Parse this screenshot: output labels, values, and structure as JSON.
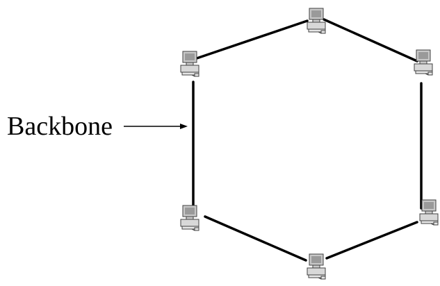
{
  "diagram": {
    "label": "Backbone",
    "nodes": [
      {
        "id": "node-top",
        "icon": "desktop-computer-icon"
      },
      {
        "id": "node-upper-right",
        "icon": "desktop-computer-icon"
      },
      {
        "id": "node-lower-right",
        "icon": "desktop-computer-icon"
      },
      {
        "id": "node-bottom",
        "icon": "desktop-computer-icon"
      },
      {
        "id": "node-lower-left",
        "icon": "desktop-computer-icon"
      },
      {
        "id": "node-upper-left",
        "icon": "desktop-computer-icon"
      }
    ],
    "links": [
      [
        "node-top",
        "node-upper-right"
      ],
      [
        "node-upper-right",
        "node-lower-right"
      ],
      [
        "node-lower-right",
        "node-bottom"
      ],
      [
        "node-bottom",
        "node-lower-left"
      ],
      [
        "node-lower-left",
        "node-upper-left"
      ],
      [
        "node-upper-left",
        "node-top"
      ]
    ],
    "colors": {
      "line": "#000000",
      "monitor_body": "#c8c8c8",
      "monitor_screen": "#9a9a9a",
      "outline": "#404040"
    }
  }
}
